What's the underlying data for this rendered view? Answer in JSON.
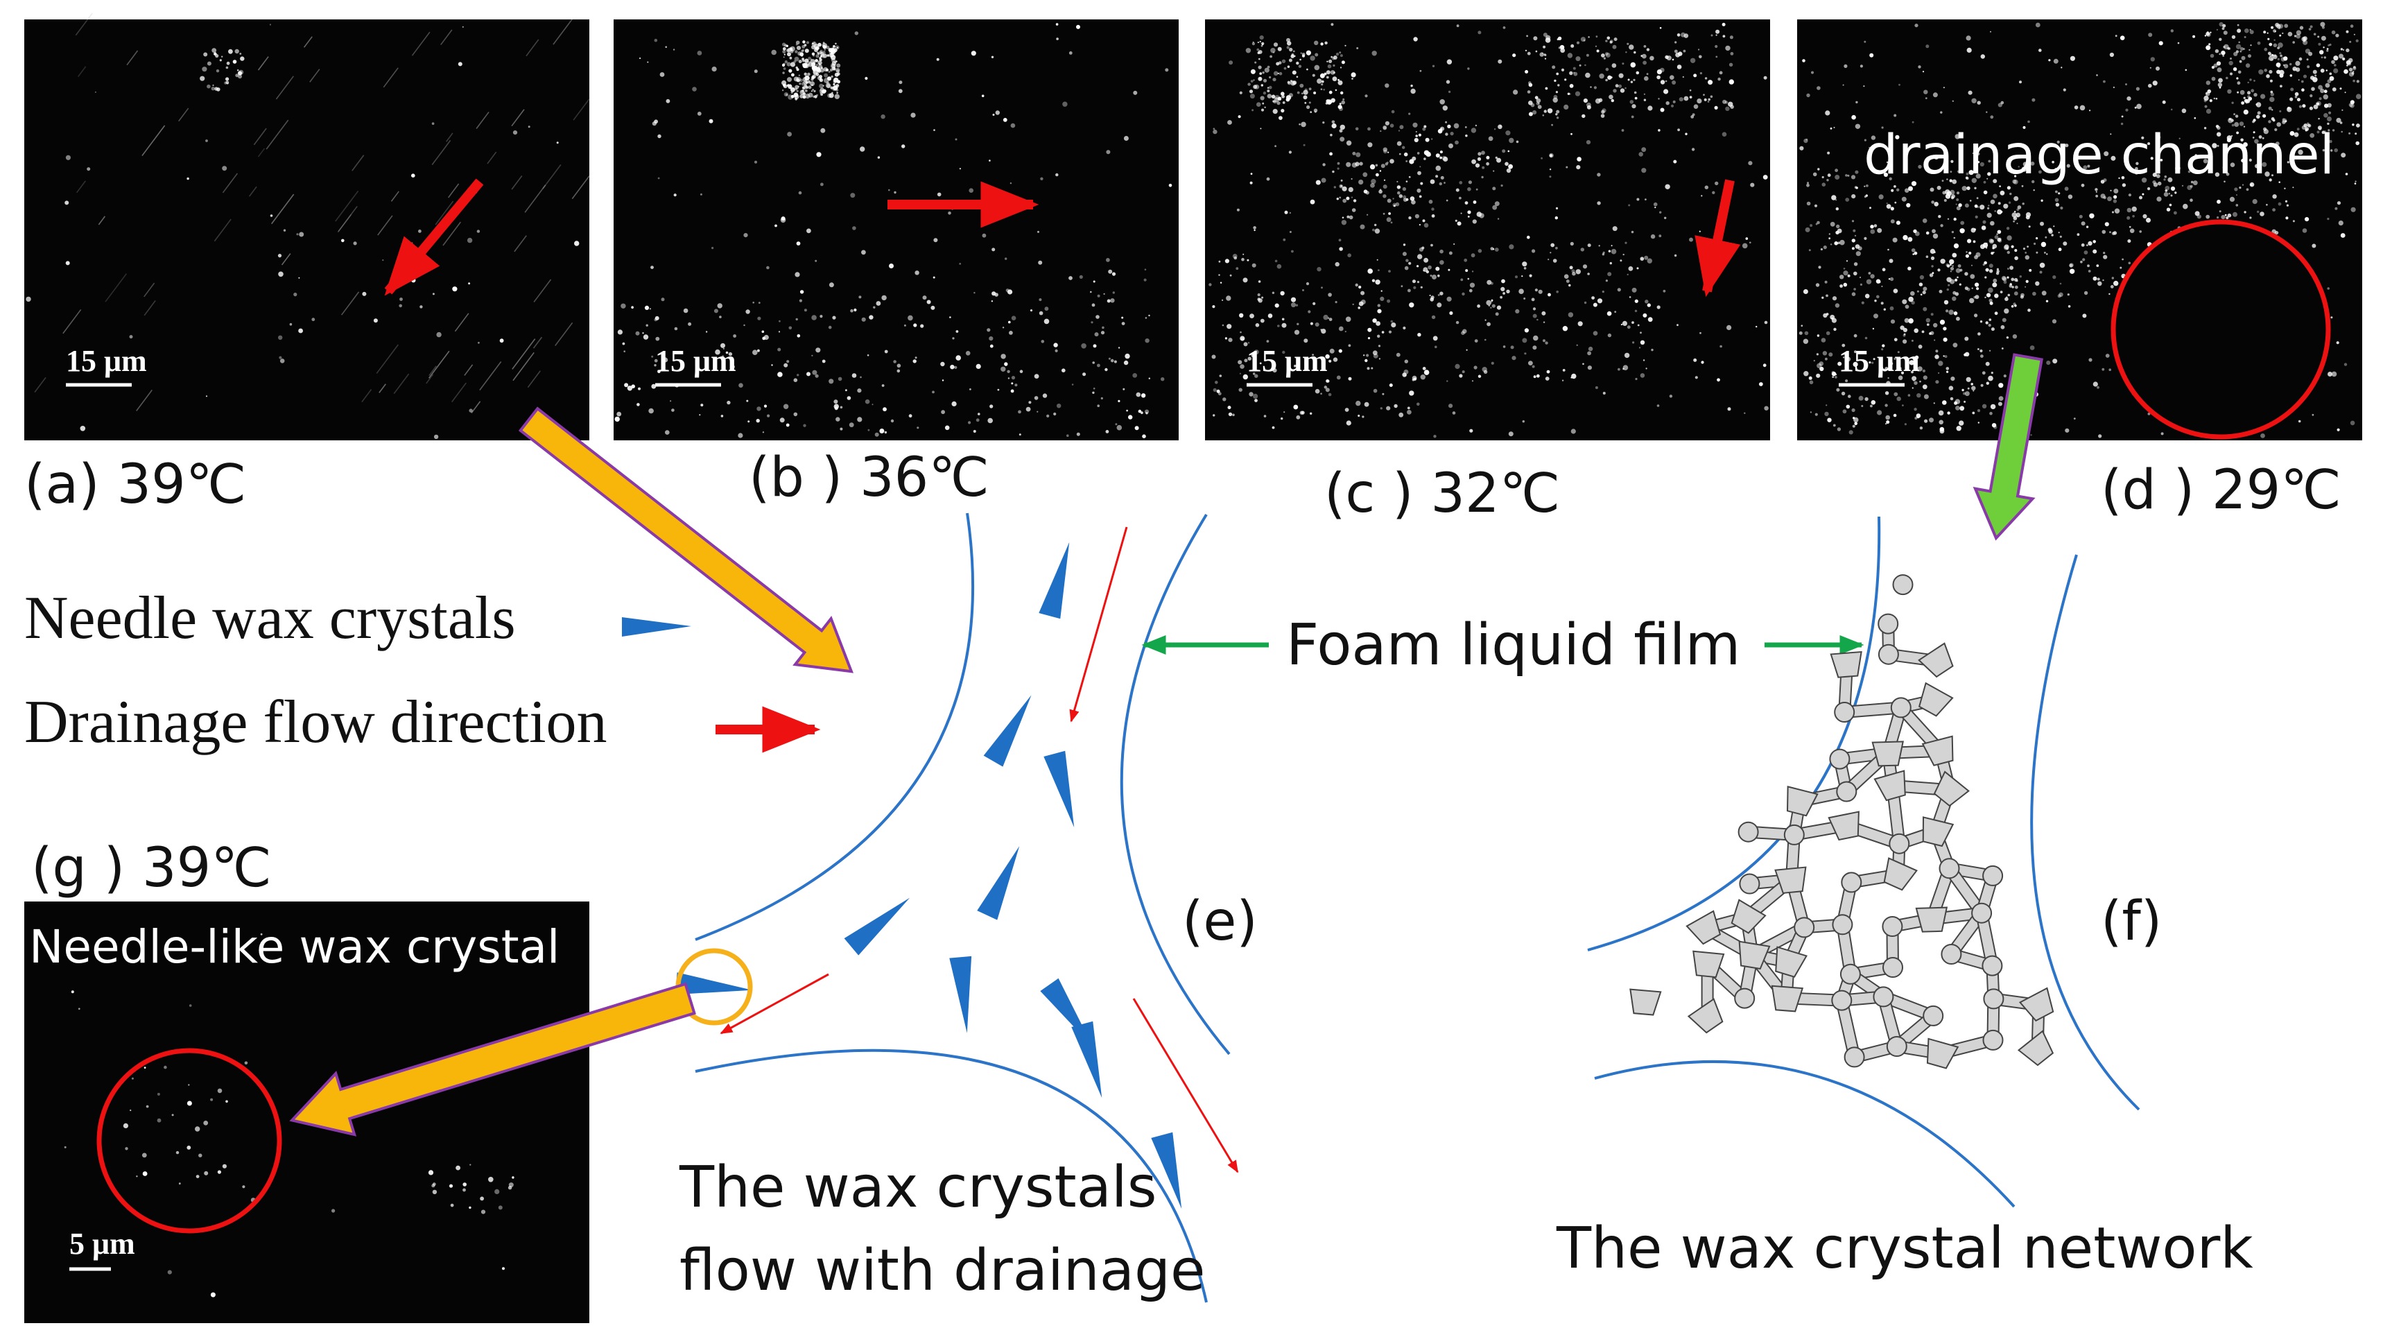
{
  "panels": {
    "a": {
      "label": "(a)  39℃",
      "scale": "15 μm"
    },
    "b": {
      "label": "(b )  36℃",
      "scale": "15 μm"
    },
    "c": {
      "label": "(c )  32℃",
      "scale": "15 μm"
    },
    "d": {
      "label": "(d )  29℃",
      "scale": "15 μm",
      "annotation": "drainage channel"
    },
    "e": {
      "label": "(e)"
    },
    "f": {
      "label": "(f)"
    },
    "g": {
      "label": "(g )  39℃",
      "scale": "5 μm",
      "annotation": "Needle-like wax crystal"
    }
  },
  "legend": {
    "needle": "Needle wax crystals",
    "drainage": "Drainage flow direction"
  },
  "annotations": {
    "foam_film": "Foam liquid film",
    "flow_line1": "The wax crystals",
    "flow_line2": "flow with drainage",
    "network": "The wax crystal network"
  },
  "colors": {
    "arrow_red": "#ee1111",
    "wedge_blue": "#1f6fc4",
    "film_blue": "#2b74c8",
    "arrow_orange": "#f8b60a",
    "arrow_outline": "#8a3aa8",
    "arrow_green": "#6fcf3a",
    "circle_red": "#ee1111",
    "circle_orange": "#f5b01a",
    "film_green": "#14a64a",
    "crystal_fill": "#d4d4d4"
  }
}
